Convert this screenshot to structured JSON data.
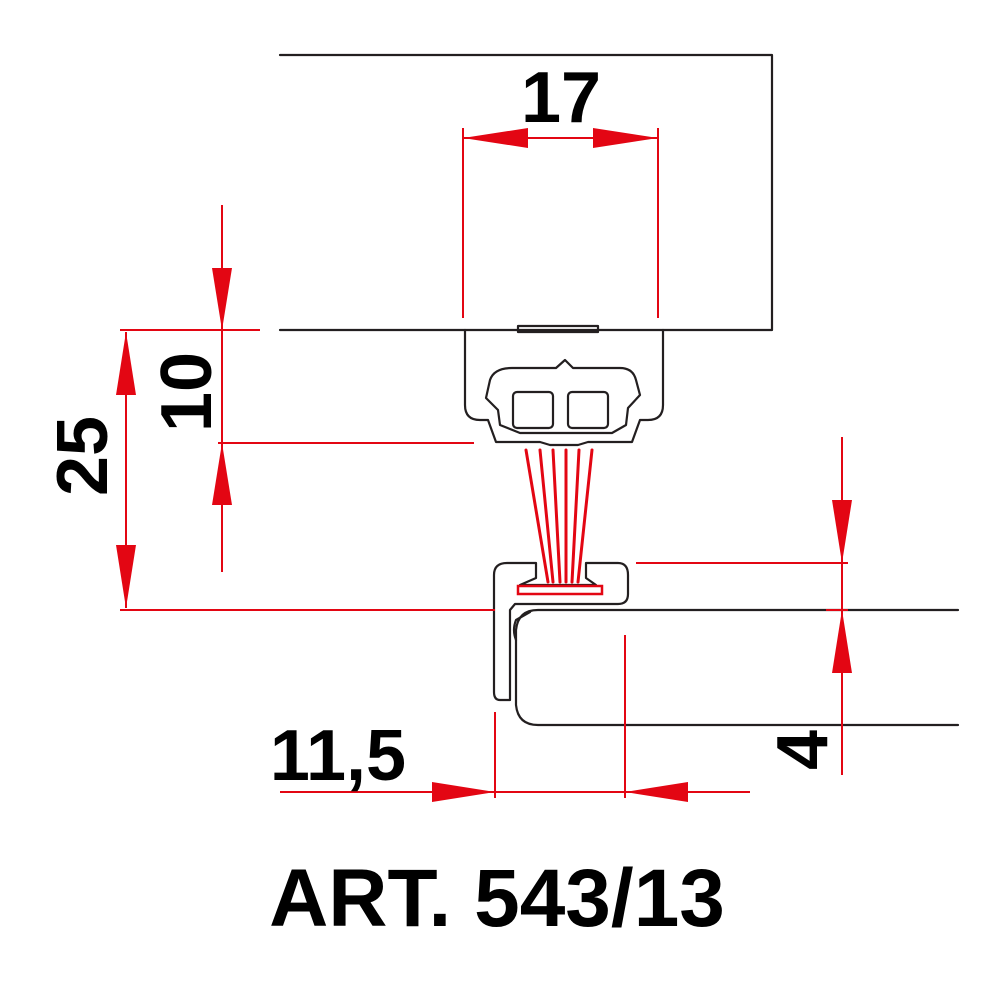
{
  "title": "ART. 543/13",
  "dimensions": {
    "width_17": "17",
    "height_10": "10",
    "height_25": "25",
    "offset_11_5": "11,5",
    "gap_4": "4"
  },
  "colors": {
    "outline": "#231f20",
    "dimension": "#e30613",
    "text": "#000000"
  }
}
